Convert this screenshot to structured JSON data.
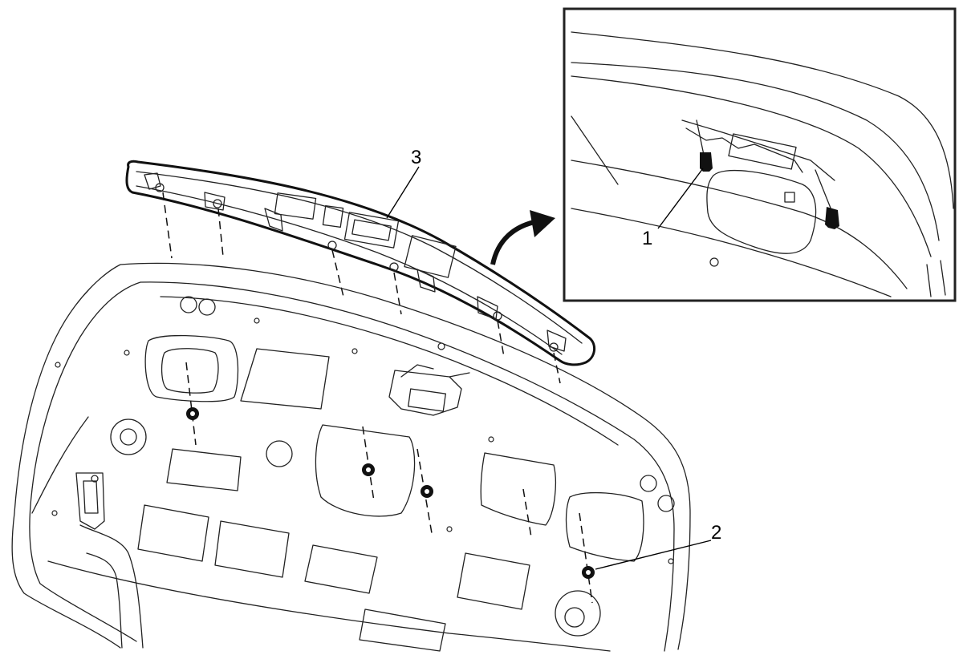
{
  "callouts": {
    "one": "1",
    "two": "2",
    "three": "3"
  },
  "colors": {
    "line": "#222222",
    "background": "#ffffff",
    "fastener": "#111111"
  },
  "icons": {
    "arrow": "curved-arrow-icon"
  }
}
